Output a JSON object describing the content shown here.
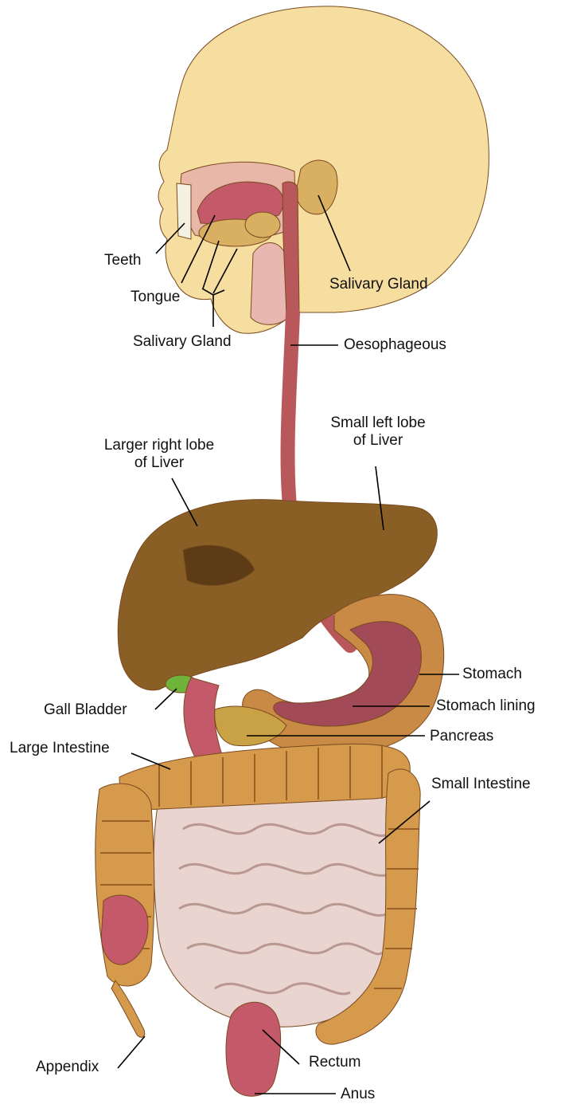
{
  "colors": {
    "background": "#ffffff",
    "skin": "#f6dea0",
    "liver": "#8a5f25",
    "liver_shadow": "#5d3b14",
    "stomach_outer": "#c98a45",
    "stomach_lining": "#a24a58",
    "oesophagus": "#b8585a",
    "large_intestine": "#d59a4c",
    "small_intestine": "#e9d4cf",
    "rectum": "#c4596a",
    "gall_bladder": "#6fb33a",
    "pancreas": "#c9a245",
    "salivary_gland": "#d9b061",
    "leader_line": "#000000"
  },
  "labels": {
    "teeth": "Teeth",
    "tongue": "Tongue",
    "salivary_gland_lower": "Salivary Gland",
    "salivary_gland_upper": "Salivary Gland",
    "oesophageous": "Oesophageous",
    "liver_left_line1": "Small left lobe",
    "liver_left_line2": "of Liver",
    "liver_right_line1": "Larger right lobe",
    "liver_right_line2": "of Liver",
    "stomach": "Stomach",
    "stomach_lining": "Stomach lining",
    "gall_bladder": "Gall Bladder",
    "pancreas": "Pancreas",
    "large_intestine": "Large Intestine",
    "small_intestine": "Small Intestine",
    "appendix": "Appendix",
    "rectum": "Rectum",
    "anus": "Anus"
  }
}
